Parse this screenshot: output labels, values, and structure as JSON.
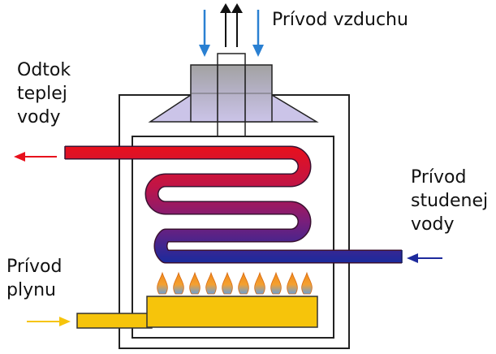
{
  "labels": {
    "air_intake": [
      "Prívod vzduchu"
    ],
    "hot_water_outlet": [
      "Odtok",
      "teplej",
      "vody"
    ],
    "cold_water_inlet": [
      "Prívod",
      "studenej",
      "vody"
    ],
    "gas_inlet": [
      "Prívod",
      "plynu"
    ]
  },
  "colors": {
    "hot_pipe": "#e8101c",
    "cold_pipe": "#1d2a9c",
    "gas_pipe": "#f6c40b",
    "burner": "#f6c40b",
    "air_arrow": "#2a80d2",
    "exhaust_arrow": "#111111",
    "flue_box": "#a8a8a8",
    "flue_hood": "#c8c0e4",
    "outline": "#222222"
  },
  "icons": {
    "flame": "flame-icon",
    "arrow": "arrow-icon"
  }
}
